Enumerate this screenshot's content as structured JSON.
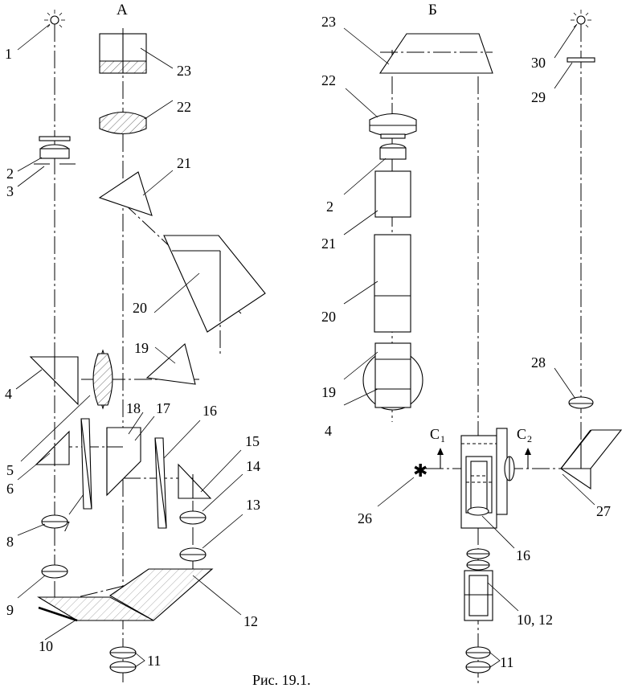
{
  "figure": {
    "caption": "Рис. 19.1.",
    "view_a_label": "А",
    "view_b_label": "Б"
  },
  "view_a": {
    "labels": {
      "n1": "1",
      "n2": "2",
      "n3": "3",
      "n4": "4",
      "n5": "5",
      "n6": "6",
      "n7": "7",
      "n8": "8",
      "n9": "9",
      "n10": "10",
      "n11": "11",
      "n12": "12",
      "n13": "13",
      "n14": "14",
      "n15": "15",
      "n16": "16",
      "n17": "17",
      "n18": "18",
      "n19": "19",
      "n20": "20",
      "n21": "21",
      "n22": "22",
      "n23": "23"
    }
  },
  "view_b": {
    "labels": {
      "n23": "23",
      "n22": "22",
      "n2": "2",
      "n21": "21",
      "n20": "20",
      "n19": "19",
      "n4": "4",
      "n26": "26",
      "n16": "16",
      "n10_12": "10, 12",
      "n11": "11",
      "n27": "27",
      "n28": "28",
      "n29": "29",
      "n30": "30"
    },
    "c1": {
      "letter": "C",
      "sub": "1"
    },
    "c2": {
      "letter": "C",
      "sub": "2"
    }
  }
}
